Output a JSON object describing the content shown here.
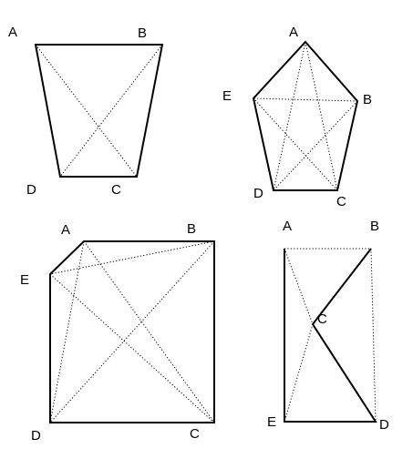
{
  "figures": [
    {
      "shape": "quadrilateral",
      "vertices": [
        "A",
        "B",
        "C",
        "D"
      ],
      "sides": [
        "AB",
        "BC",
        "CD",
        "DA"
      ],
      "diagonals": [
        "AC",
        "BD"
      ]
    },
    {
      "shape": "pentagon",
      "vertices": [
        "A",
        "B",
        "C",
        "D",
        "E"
      ],
      "sides": [
        "AB",
        "BC",
        "CD",
        "DE",
        "EA"
      ],
      "diagonals": [
        "AC",
        "AD",
        "BD",
        "BE",
        "CE"
      ]
    },
    {
      "shape": "pentagon",
      "vertices": [
        "A",
        "B",
        "C",
        "D",
        "E"
      ],
      "sides": [
        "AB",
        "BC",
        "CD",
        "DE",
        "EA"
      ],
      "diagonals": [
        "AC",
        "AD",
        "BD",
        "BE",
        "CE"
      ]
    },
    {
      "shape": "concave quadrilateral",
      "vertices": [
        "A",
        "B",
        "C",
        "D",
        "E"
      ],
      "sides": [
        "AE",
        "ED",
        "DC",
        "CB"
      ],
      "diagonals": [
        "AB",
        "BD"
      ]
    }
  ],
  "colors": {
    "stroke": "#000000",
    "background": "#ffffff"
  }
}
